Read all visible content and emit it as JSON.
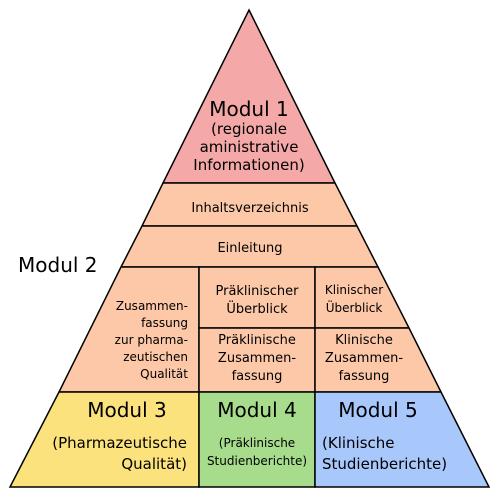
{
  "colors": {
    "module1": "#f4a8a8",
    "module2": "#fcc8a8",
    "module3": "#fbe27c",
    "module4": "#a6dc8c",
    "module5": "#a8c8fc",
    "outline": "#000000"
  },
  "modul1": {
    "title": "Modul 1",
    "desc_line1": "(regionale",
    "desc_line2": "aministrative",
    "desc_line3": "Informationen)"
  },
  "modul2": {
    "label": "Modul 2",
    "toc": "Inhaltsverzeichnis",
    "intro": "Einleitung",
    "quality_summary": {
      "line1": "Zusammen-",
      "line2": "fassung",
      "line3": "zur pharma-",
      "line4": "zeutischen",
      "line5": "Qualität"
    },
    "preclinical_overview": {
      "line1": "Präklinischer",
      "line2": "Überblick"
    },
    "clinical_overview": {
      "line1": "Klinischer",
      "line2": "Überblick"
    },
    "preclinical_summary": {
      "line1": "Präklinische",
      "line2": "Zusammen-",
      "line3": "fassung"
    },
    "clinical_summary": {
      "line1": "Klinische",
      "line2": "Zusammen-",
      "line3": "fassung"
    }
  },
  "modul3": {
    "title": "Modul 3",
    "desc_line1": "(Pharmazeutische",
    "desc_line2": "Qualität)"
  },
  "modul4": {
    "title": "Modul 4",
    "desc_line1": "(Präklinische",
    "desc_line2": "Studienberichte)"
  },
  "modul5": {
    "title": "Modul 5",
    "desc_line1": "(Klinische",
    "desc_line2": "Studienberichte)"
  }
}
